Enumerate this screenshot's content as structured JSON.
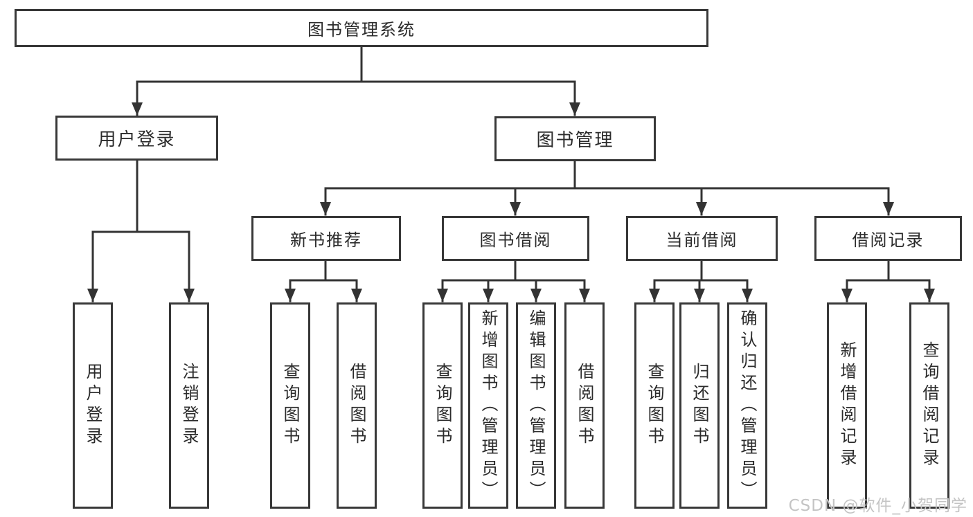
{
  "diagram": {
    "title": "图书管理系统",
    "level2": [
      {
        "label": "用户登录"
      },
      {
        "label": "图书管理"
      }
    ],
    "level3": [
      {
        "label": "新书推荐",
        "parent": "图书管理"
      },
      {
        "label": "图书借阅",
        "parent": "图书管理"
      },
      {
        "label": "当前借阅",
        "parent": "图书管理"
      },
      {
        "label": "借阅记录",
        "parent": "图书管理"
      }
    ],
    "leaves": [
      {
        "label": "用户登录",
        "parent": "用户登录"
      },
      {
        "label": "注销登录",
        "parent": "用户登录"
      },
      {
        "label": "查询图书",
        "parent": "新书推荐"
      },
      {
        "label": "借阅图书",
        "parent": "新书推荐"
      },
      {
        "label": "查询图书",
        "parent": "图书借阅"
      },
      {
        "label": "新增图书（管理员）",
        "parent": "图书借阅"
      },
      {
        "label": "编辑图书（管理员）",
        "parent": "图书借阅"
      },
      {
        "label": "借阅图书",
        "parent": "图书借阅"
      },
      {
        "label": "查询图书",
        "parent": "当前借阅"
      },
      {
        "label": "归还图书",
        "parent": "当前借阅"
      },
      {
        "label": "确认归还（管理员）",
        "parent": "当前借阅"
      },
      {
        "label": "新增借阅记录",
        "parent": "借阅记录"
      },
      {
        "label": "查询借阅记录",
        "parent": "借阅记录"
      }
    ],
    "watermark": "CSDN @软件_小贺同学",
    "colors": {
      "line": "#333333",
      "border": "#383838",
      "text": "#2b2b2b",
      "background": "#ffffff",
      "watermark": "#c4c4c4"
    }
  }
}
